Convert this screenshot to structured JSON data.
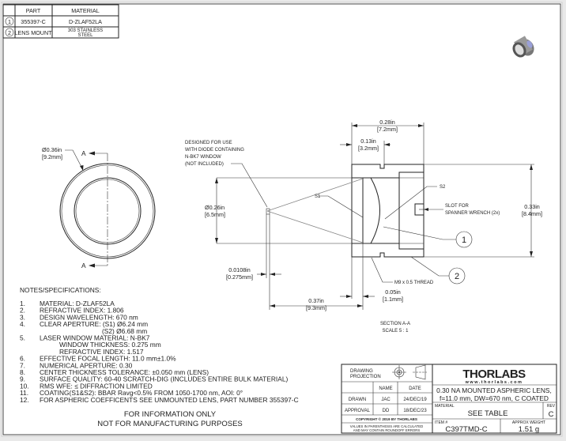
{
  "parts_table": {
    "headers": [
      "PART",
      "MATERIAL"
    ],
    "rows": [
      {
        "balloon": "1",
        "part": "355397-C",
        "material": "D-ZLAF52LA"
      },
      {
        "balloon": "2",
        "part": "LENS MOUNT",
        "material_line1": "303 STAINLESS",
        "material_line2": "STEEL"
      }
    ]
  },
  "front_view": {
    "diameter_in": "Ø0.36in",
    "diameter_mm": "[9.2mm]",
    "section_label_top": "A",
    "section_label_bottom": "A"
  },
  "section_view": {
    "note_lines": [
      "DESIGNED FOR USE",
      "WITH DIODE CONTAINING",
      "N-BK7 WINDOW",
      "(NOT INCLUDED)"
    ],
    "dim_length_in": "0.28in",
    "dim_length_mm": "[7.2mm]",
    "dim_slot_in": "0.13in",
    "dim_slot_mm": "[3.2mm]",
    "dim_od_in": "0.33in",
    "dim_od_mm": "[8.4mm]",
    "dim_ca_in": "Ø0.26in",
    "dim_ca_mm": "[6.5mm]",
    "dim_window_in": "0.0108in",
    "dim_window_mm": "[0.275mm]",
    "dim_wd_in": "0.37in",
    "dim_wd_mm": "[9.3mm]",
    "dim_flange_in": "0.05in",
    "dim_flange_mm": "[1.1mm]",
    "s1": "S1",
    "s2": "S2",
    "slot_line1": "SLOT FOR",
    "slot_line2": "SPANNER WRENCH (2x)",
    "thread": "M9 x 0.5 THREAD",
    "balloon1": "1",
    "balloon2": "2",
    "section_title": "SECTION A-A",
    "scale": "SCALE 5 : 1"
  },
  "notes": {
    "heading": "NOTES/SPECIFICATIONS:",
    "items": [
      {
        "num": "1.",
        "text": "MATERIAL: D-ZLAF52LA"
      },
      {
        "num": "2.",
        "text": "REFRACTIVE INDEX: 1.806"
      },
      {
        "num": "3.",
        "text": "DESIGN WAVELENGTH: 670 nm"
      },
      {
        "num": "4.",
        "text": "CLEAR APERTURE: (S1) Ø6.24 mm",
        "sub": [
          "(S2) Ø6.68 mm"
        ]
      },
      {
        "num": "5.",
        "text": "LASER WINDOW MATERIAL: N-BK7",
        "sub": [
          "WINDOW THICKNESS: 0.275 mm",
          "REFRACTIVE INDEX: 1.517"
        ]
      },
      {
        "num": "6.",
        "text": "EFFECTIVE FOCAL LENGTH: 11.0 mm±1.0%"
      },
      {
        "num": "7.",
        "text": "NUMERICAL APERTURE: 0.30"
      },
      {
        "num": "8.",
        "text": "CENTER THICKNESS TOLERANCE: ±0.050 mm (LENS)"
      },
      {
        "num": "9.",
        "text": "SURFACE QUALITY: 60-40 SCRATCH-DIG (INCLUDES ENTIRE BULK MATERIAL)"
      },
      {
        "num": "10.",
        "text": "RMS WFE: ≤ DIFFRACTION LIMITED"
      },
      {
        "num": "11.",
        "text": "COATING(S1&S2): BBAR Ravg<0.5% FROM 1050-1700 nm, AOI: 0°"
      },
      {
        "num": "12.",
        "text": "FOR ASPHERIC COEFFICENTS SEE UNMOUNTED LENS, PART NUMBER 355397-C"
      }
    ],
    "footer1": "FOR INFORMATION ONLY",
    "footer2": "NOT FOR MANUFACTURING PURPOSES"
  },
  "title_block": {
    "projection_line1": "DRAWING",
    "projection_line2": "PROJECTION",
    "col_name": "NAME",
    "col_date": "DATE",
    "drawn_label": "DRAWN",
    "drawn_name": "JAC",
    "drawn_date": "24/DEC/19",
    "approval_label": "APPROVAL",
    "approval_name": "DD",
    "approval_date": "18/DEC/23",
    "copyright": "COPYRIGHT © 2019 BY THORLABS",
    "values_note1": "VALUES IN PARENTHESIS ARE CALCULATED",
    "values_note2": "AND MAY CONTAIN ROUNDOFF ERRORS",
    "logo": "THORLABS",
    "website": "www.thorlabs.com",
    "description1": "0.30 NA MOUNTED ASPHERIC LENS,",
    "description2": "f=11.0 mm, DW=670 nm, C COATED",
    "material_label": "MATERIAL",
    "material_value": "SEE TABLE",
    "rev_label": "REV",
    "rev_value": "C",
    "item_label": "ITEM #",
    "item_value": "C397TMD-C",
    "weight_label": "APPROX WEIGHT",
    "weight_value": "1.51 g"
  }
}
